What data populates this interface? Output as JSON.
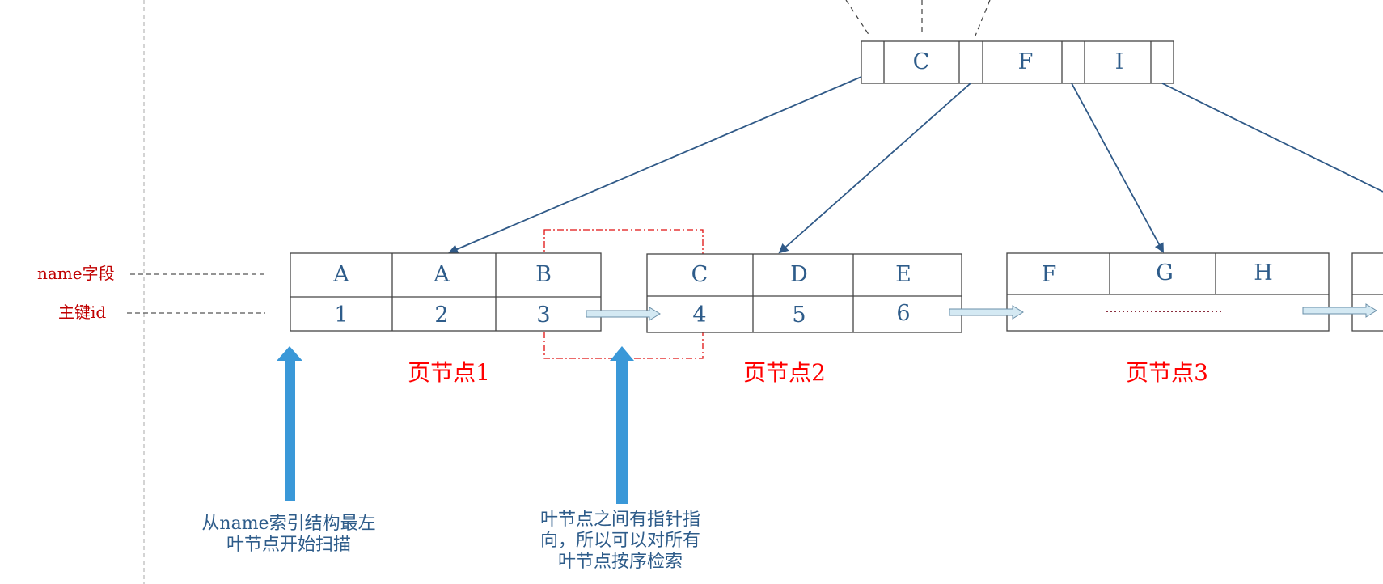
{
  "root": {
    "keys": [
      "C",
      "F",
      "I"
    ]
  },
  "row_labels": {
    "name_field": "name字段",
    "primary_key": "主键id"
  },
  "leaves": [
    {
      "names": [
        "A",
        "A",
        "B"
      ],
      "ids": [
        "1",
        "2",
        "3"
      ],
      "label": "页节点1"
    },
    {
      "names": [
        "C",
        "D",
        "E"
      ],
      "ids": [
        "4",
        "5",
        "6"
      ],
      "label": "页节点2"
    },
    {
      "names": [
        "F",
        "G",
        "H"
      ],
      "ids": [],
      "label": "页节点3"
    }
  ],
  "notes": {
    "scan_start": [
      "从name索引结构最左",
      "叶节点开始扫描"
    ],
    "pointer_scan": [
      "叶节点之间有指针指",
      "向，所以可以对所有",
      "叶节点按序检索"
    ]
  },
  "colors": {
    "tree_line": "#2f5987",
    "label_red": "#c00000",
    "page_label": "#ff0000",
    "big_arrow": "#3a98d8",
    "next_pointer": "#d4e9f3",
    "highlight_box": "#e01010"
  }
}
